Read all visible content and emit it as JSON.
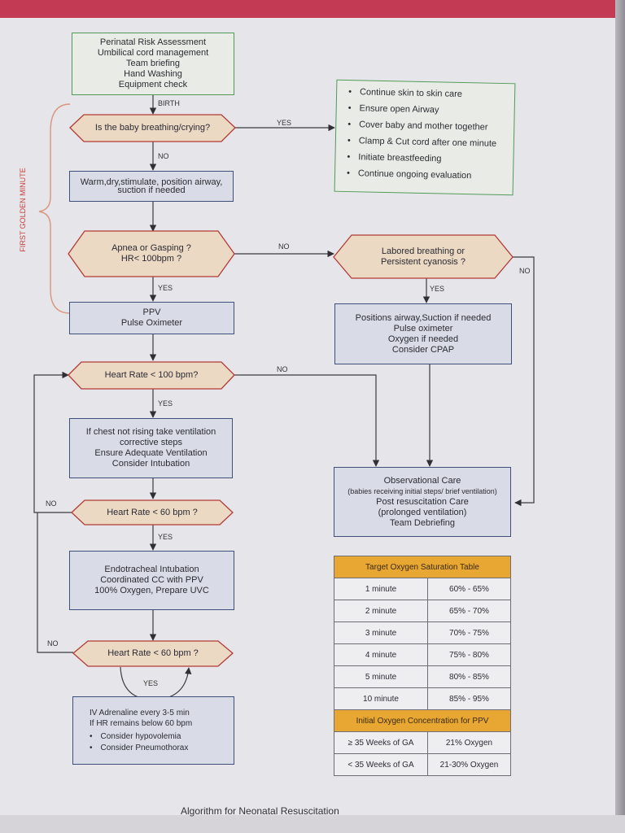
{
  "side_label": "FIRST GOLDEN MINUTE",
  "box_initial": [
    "Perinatal Risk Assessment",
    "Umbilical cord management",
    "Team briefing",
    "Hand Washing",
    "Equipment check"
  ],
  "label_birth": "BIRTH",
  "q_breathing": "Is the baby breathing/crying?",
  "label_yes": "YES",
  "label_no": "NO",
  "routine_care": [
    "Continue skin to skin care",
    "Ensure open Airway",
    "Cover baby and mother together",
    "Clamp & Cut cord after one minute",
    "Initiate breastfeeding",
    "Continue ongoing evaluation"
  ],
  "box_warm": [
    "Warm,dry,stimulate, position airway,",
    "suction if needed"
  ],
  "q_apnea": [
    "Apnea or Gasping ?",
    "HR< 100bpm ?"
  ],
  "q_labored": [
    "Labored breathing or",
    "Persistent cyanosis ?"
  ],
  "box_ppv": [
    "PPV",
    "Pulse Oximeter"
  ],
  "box_cpap": [
    "Positions airway,Suction if needed",
    "Pulse oximeter",
    "Oxygen if needed",
    "Consider CPAP"
  ],
  "q_hr100": "Heart Rate  < 100 bpm?",
  "box_ventilation": [
    "If chest not rising take ventilation",
    "corrective steps",
    "Ensure Adequate Ventilation",
    "Consider Intubation"
  ],
  "box_observation": [
    "Observational Care",
    "(babies receiving  initial steps/ brief ventilation)",
    "Post resuscitation Care",
    "(prolonged ventilation)",
    "Team Debriefing"
  ],
  "q_hr60a": "Heart Rate  < 60 bpm ?",
  "box_intubation": [
    "Endotracheal Intubation",
    "Coordinated CC with PPV",
    "100% Oxygen, Prepare UVC"
  ],
  "q_hr60b": "Heart Rate  < 60 bpm ?",
  "box_adrenaline": {
    "lines": [
      "IV Adrenaline every 3-5 min",
      "If HR remains below 60 bpm"
    ],
    "bullets": [
      "Consider hypovolemia",
      "Consider Pneumothorax"
    ]
  },
  "spo2_table": {
    "title": "Target Oxygen Saturation Table",
    "rows": [
      [
        "1 minute",
        "60% - 65%"
      ],
      [
        "2 minute",
        "65% - 70%"
      ],
      [
        "3 minute",
        "70% - 75%"
      ],
      [
        "4 minute",
        "75% - 80%"
      ],
      [
        "5 minute",
        "80% - 85%"
      ],
      [
        "10 minute",
        "85% - 95%"
      ]
    ]
  },
  "o2_table": {
    "title": "Initial Oxygen Concentration for PPV",
    "rows": [
      [
        "≥ 35 Weeks of GA",
        "21% Oxygen"
      ],
      [
        "< 35 Weeks of GA",
        "21-30% Oxygen"
      ]
    ]
  },
  "caption": "Algorithm for Neonatal Resuscitation",
  "colors": {
    "hex_fill": "#ecd9c4",
    "hex_stroke": "#b23a35",
    "green_border": "#4f9a58",
    "blue_border": "#3f4f7a",
    "table_header": "#e7a732"
  }
}
